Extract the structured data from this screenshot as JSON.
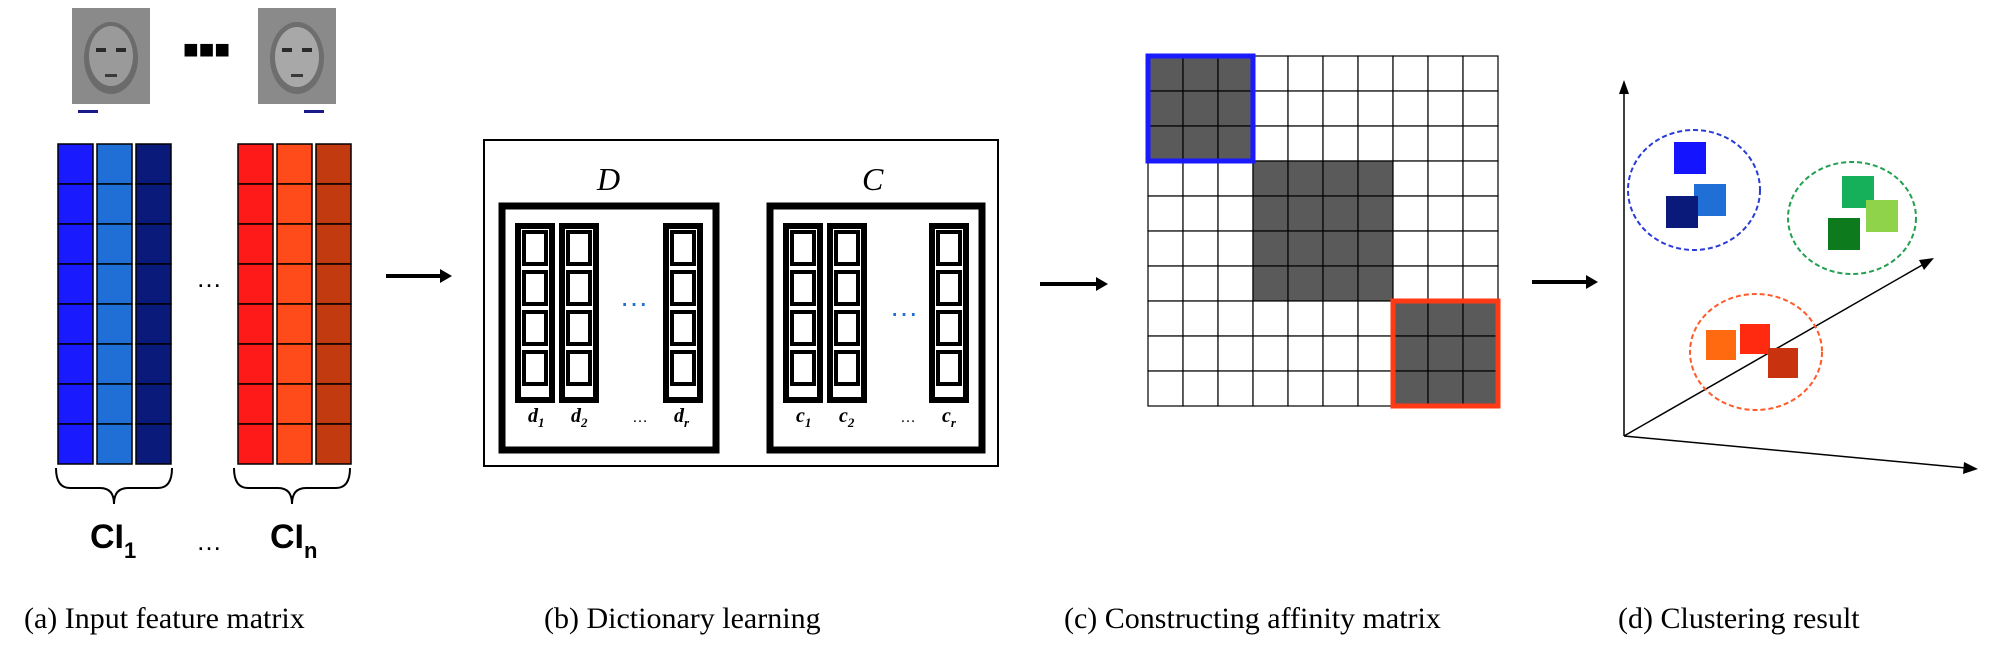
{
  "panels": {
    "a": {
      "caption": "(a) Input feature matrix",
      "cluster_first": {
        "base": "CI",
        "sub": "1"
      },
      "cluster_last": {
        "base": "CI",
        "sub": "n"
      },
      "ellipsis": "…",
      "image_ellipsis": "■■■",
      "column_colors": [
        "#1a1aff",
        "#1f6fd6",
        "#0a1a7a",
        "#ff1a1a",
        "#ff4a1a",
        "#c23a0f"
      ]
    },
    "b": {
      "caption": "(b) Dictionary learning",
      "matrix_d_label": "D",
      "matrix_c_label": "C",
      "d_atoms": [
        "d",
        "d",
        "d"
      ],
      "d_subs": [
        "1",
        "2",
        "r"
      ],
      "c_atoms": [
        "c",
        "c",
        "c"
      ],
      "c_subs": [
        "1",
        "2",
        "r"
      ],
      "ellipsis": "…",
      "blue_ellipsis": "···"
    },
    "c": {
      "caption": "(c) Constructing affinity matrix",
      "blocks": [
        {
          "outline_color": "#1a1aff"
        },
        {
          "outline_color": "none"
        },
        {
          "outline_color": "#ff3a14"
        }
      ],
      "block_fill": "#5a5a5a"
    },
    "d": {
      "caption": "(d) Clustering result",
      "clusters": [
        {
          "color": "#2a3cd6",
          "squares": [
            "#1414ff",
            "#1f6fd6",
            "#0a1a7a"
          ]
        },
        {
          "color": "#22a050",
          "squares": [
            "#16b05a",
            "#8fd34a",
            "#0e7a1e"
          ]
        },
        {
          "color": "#ff5a2a",
          "squares": [
            "#ff6a10",
            "#ff2a10",
            "#c8320e"
          ]
        }
      ]
    }
  }
}
